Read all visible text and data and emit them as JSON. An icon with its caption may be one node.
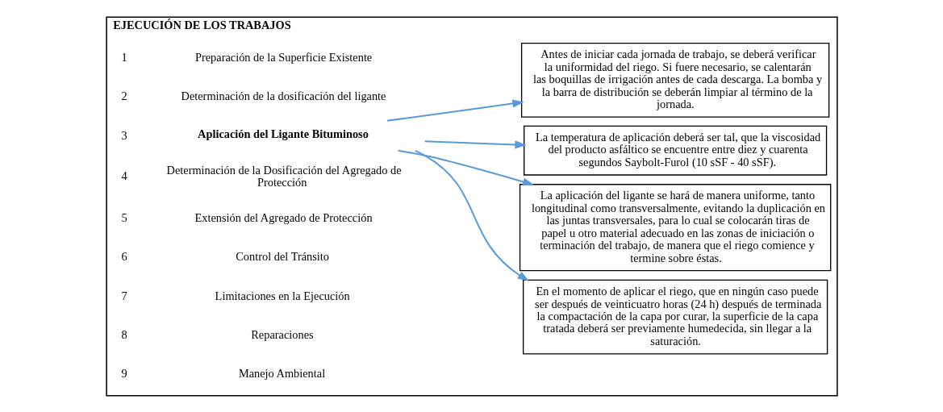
{
  "diagram": {
    "nodes": [
      {
        "text": [
          "EJECUCIÓN DE LOS TRABAJOS"
        ]
      },
      {
        "text": [
          "Preparación de la Superficie Existente"
        ],
        "beside": [
          "1"
        ],
        "in": 0
      },
      {
        "text": [
          "Determinación de la dosificación del ligante"
        ],
        "beside": [
          "2"
        ],
        "in": 0
      },
      {
        "text": [
          "Aplicación del Ligante Bituminoso"
        ],
        "beside": [
          "3"
        ],
        "in": 0
      },
      {
        "text": [
          "Determinación de la Dosificación del Agregado de Protección"
        ],
        "beside": [
          "4"
        ],
        "in": 0
      },
      {
        "text": [
          "Extensión del Agregado de Protección"
        ],
        "beside": [
          "5"
        ],
        "in": 0
      },
      {
        "text": [
          "Control del Tránsito"
        ],
        "beside": [
          "6"
        ],
        "in": 0
      },
      {
        "text": [
          "Limitaciones en la Ejecución"
        ],
        "beside": [
          "7"
        ],
        "in": 0
      },
      {
        "text": [
          "Reparaciones"
        ],
        "beside": [
          "8"
        ],
        "in": 0
      },
      {
        "text": [
          "Manejo Ambiental"
        ],
        "beside": [
          "9"
        ],
        "in": 0
      },
      {
        "text": [
          "En el momento de aplicar el riego, que en ningún caso puede ser después de veinticuatro horas (24 h) después de terminada la compactación de la capa por curar, la superficie de la capa tratada deberá ser previamente humedecida, sin llegar a la saturación."
        ],
        "in": 0
      },
      {
        "text": [
          "La aplicación del ligante se hará de manera uniforme, tanto longitudinal como transversalmente, evitando la duplicación en las juntas transversales, para lo cual se colocarán tiras de papel u otro material adecuado en las zonas de iniciación o terminación del trabajo, de manera que el riego comience y termine sobre éstas."
        ],
        "in": 0
      },
      {
        "text": [
          "La temperatura de aplicación deberá ser tal, que la viscosidad del producto asfáltico se encuentre entre diez y cuarenta segundos Saybolt-Furol (10 sSF - 40 sSF)."
        ],
        "in": 0
      },
      {
        "text": [
          "Antes de iniciar cada jornada de trabajo, se deberá verificar la uniformidad del riego. Si fuere necesario, se calentarán las boquillas de irrigación antes de cada descarga. La bomba y la barra de distribución se deberán limpiar al término de la jornada."
        ],
        "in": 0
      }
    ],
    "edges": [
      {
        "from": 3,
        "to": 10,
        "arrow": "to"
      },
      {
        "from": 3,
        "to": 11,
        "arrow": "to"
      },
      {
        "from": 3,
        "to": 12,
        "arrow": "to"
      },
      {
        "from": 3,
        "to": 13,
        "arrow": "to"
      }
    ]
  }
}
